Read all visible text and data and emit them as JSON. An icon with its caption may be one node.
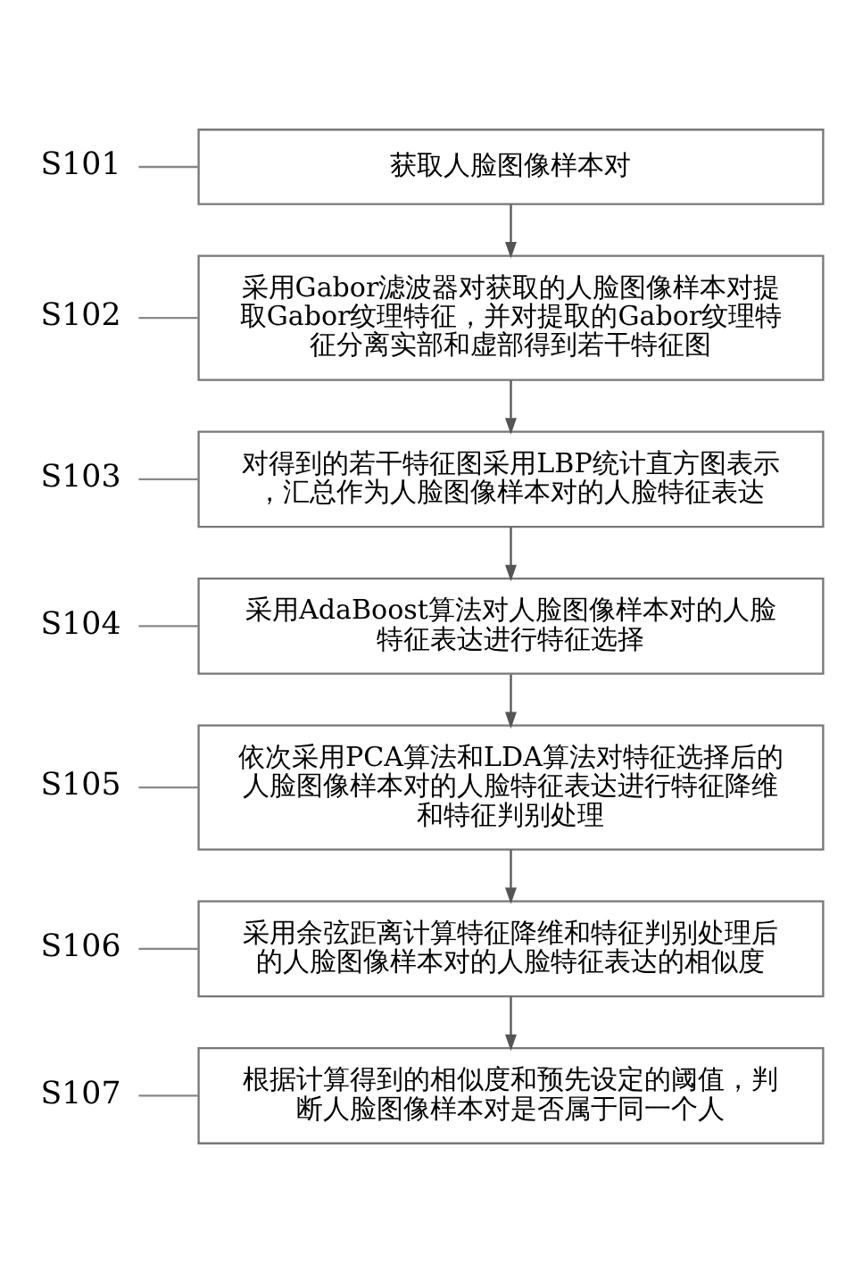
{
  "diagram": {
    "nodes": [
      {
        "text": [
          "S101"
        ]
      },
      {
        "text": [
          "获取人脸图像样本对"
        ]
      },
      {
        "text": [
          "S102"
        ]
      },
      {
        "text": [
          "采用Gabor滤波器对获取的人脸图像样本对提取Gabor纹理特征，并对提取的Gabor纹理特征分离实部和虚部得到若干特征图"
        ]
      },
      {
        "text": [
          "S103"
        ]
      },
      {
        "text": [
          "对得到的若干特征图采用LBP统计直方图表示，汇总作为人脸图像样本对的人脸特征表达"
        ]
      },
      {
        "text": [
          "S104"
        ]
      },
      {
        "text": [
          "采用AdaBoost算法对人脸图像样本对的人脸特征表达进行特征选择"
        ]
      },
      {
        "text": [
          "S105"
        ]
      },
      {
        "text": [
          "依次采用PCA算法和LDA算法对特征选择后的人脸图像样本对的人脸特征表达进行特征降维和特征判别处理"
        ]
      },
      {
        "text": [
          "S106"
        ]
      },
      {
        "text": [
          "采用余弦距离计算特征降维和特征判别处理后的人脸图像样本对的人脸特征表达的相似度"
        ]
      },
      {
        "text": [
          "S107"
        ]
      },
      {
        "text": [
          "根据计算得到的相似度和预先设定的阈值，判断人脸图像样本对是否属于同一个人"
        ]
      }
    ],
    "edges": [
      {
        "from": 0,
        "to": 1,
        "arrow": "none"
      },
      {
        "from": 2,
        "to": 3,
        "arrow": "none"
      },
      {
        "from": 4,
        "to": 5,
        "arrow": "none"
      },
      {
        "from": 6,
        "to": 7,
        "arrow": "none"
      },
      {
        "from": 8,
        "to": 9,
        "arrow": "none"
      },
      {
        "from": 10,
        "to": 11,
        "arrow": "none"
      },
      {
        "from": 12,
        "to": 13,
        "arrow": "none"
      },
      {
        "from": 1,
        "to": 3,
        "arrow": "to"
      },
      {
        "from": 3,
        "to": 5,
        "arrow": "to"
      },
      {
        "from": 5,
        "to": 7,
        "arrow": "to"
      },
      {
        "from": 7,
        "to": 9,
        "arrow": "to"
      },
      {
        "from": 9,
        "to": 11,
        "arrow": "to"
      },
      {
        "from": 11,
        "to": 13,
        "arrow": "to"
      }
    ]
  }
}
